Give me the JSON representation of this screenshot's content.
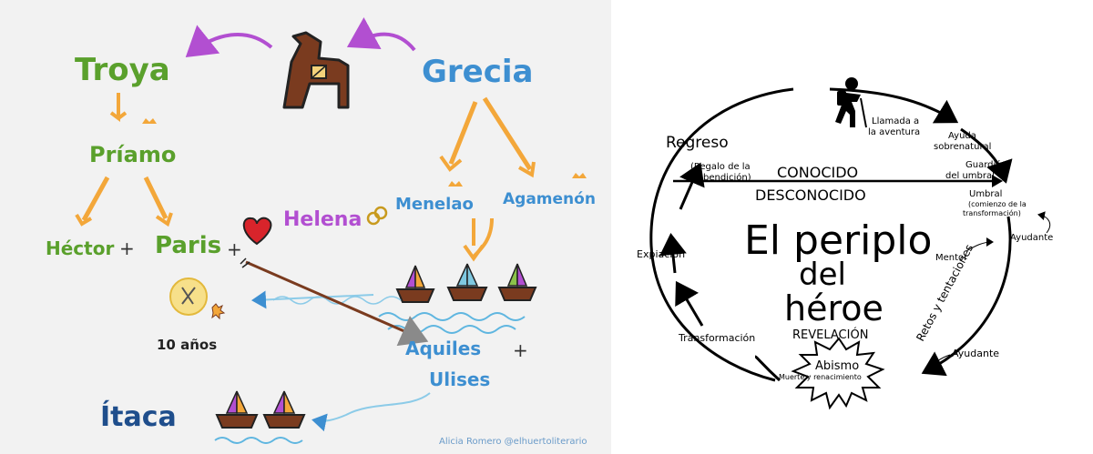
{
  "left": {
    "troya": "Troya",
    "grecia": "Grecia",
    "priamo": "Príamo",
    "hector": "Héctor",
    "paris": "Paris",
    "helena": "Helena",
    "menelao": "Menelao",
    "agamenon": "Agamenón",
    "aquiles": "Aquiles",
    "ulises": "Ulises",
    "itaca": "Ítaca",
    "diez_anos": "10 años",
    "credit": "Alicia Romero @elhuertoliterario",
    "cross": "+",
    "colors": {
      "green": "#5aa02c",
      "blue": "#3d8fd1",
      "purple": "#b24fd1",
      "orange": "#f3a73a",
      "brown": "#7a3b1f",
      "navy": "#1f4e8c"
    }
  },
  "right": {
    "title_line1": "El periplo",
    "title_line2": "del",
    "title_line3": "héroe",
    "conocido": "CONOCIDO",
    "desconocido": "DESCONOCIDO",
    "regreso": "Regreso",
    "regalo_1": "(Regalo de la",
    "regalo_2": "bendición)",
    "llamada_1": "Llamada a",
    "llamada_2": "la aventura",
    "ayuda_1": "Ayuda",
    "ayuda_2": "sobrenatural",
    "guardian_1": "Guardián",
    "guardian_2": "del umbral",
    "umbral": "Umbral",
    "umbral_sub_1": "(comienzo de la",
    "umbral_sub_2": "transformación)",
    "ayudante_top": "Ayudante",
    "mentor": "Mentor",
    "retos": "Retos y tentaciones",
    "ayudante_bottom": "Ayudante",
    "expiacion": "Expiación",
    "transformacion": "Transformación",
    "revelacion": "REVELACIÓN",
    "abismo": "Abismo",
    "muerte": "Muerte y renacimiento"
  }
}
